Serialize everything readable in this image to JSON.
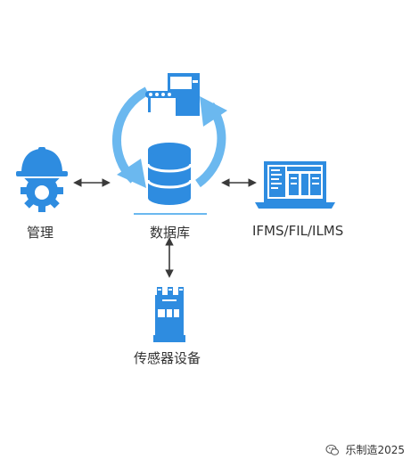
{
  "nodes": {
    "management": {
      "label": "管理",
      "icon": "hardhat-gear-icon"
    },
    "database": {
      "label": "数据库",
      "icon": "database-icon"
    },
    "ifms": {
      "label": "IFMS/FIL/ILMS",
      "icon": "laptop-icon"
    },
    "sensor": {
      "label": "传感器设备",
      "icon": "sensor-device-icon"
    },
    "machine": {
      "icon": "machine-icon"
    }
  },
  "watermark": {
    "text": "乐制造2025",
    "icon": "wechat-icon"
  },
  "colors": {
    "primary": "#2E8CE0",
    "light": "#6BB8EF",
    "arrow": "#3A3A3A"
  }
}
